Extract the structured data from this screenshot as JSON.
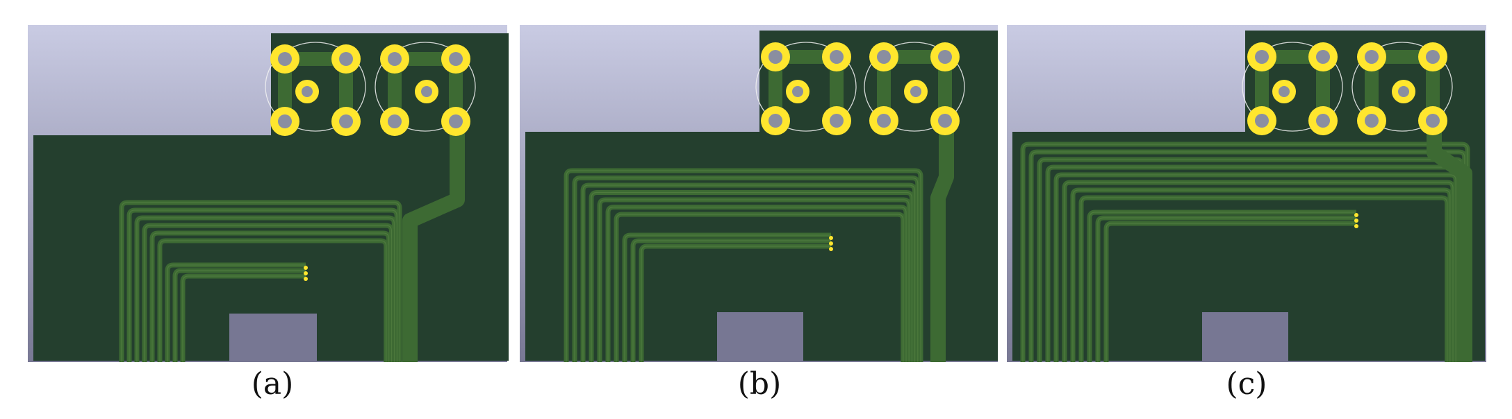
{
  "colors": {
    "background_gradient_top": "#c9cbe3",
    "background_gradient_bottom": "#787894",
    "board": "#243f2e",
    "trace": "#3d6a33",
    "trace_edge": "#5a8646",
    "pad": "#ffe62e",
    "hole": "#8a8ea0",
    "cutout": "#777793",
    "courtyard": "#f2f2f2"
  },
  "panels": [
    {
      "label": "(a)",
      "variant": "a",
      "coil_turns": 9
    },
    {
      "label": "(b)",
      "variant": "b",
      "coil_turns": 10
    },
    {
      "label": "(c)",
      "variant": "c",
      "coil_turns": 11
    }
  ]
}
